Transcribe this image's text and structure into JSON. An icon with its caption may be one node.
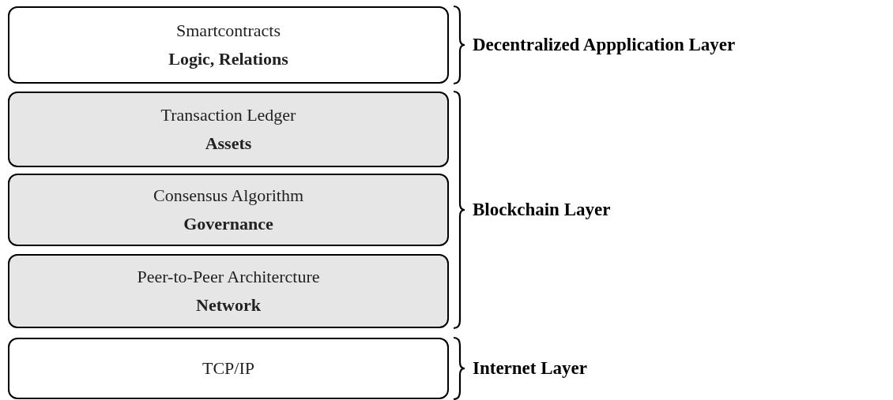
{
  "diagram": {
    "nodes": [
      {
        "text": [
          "Smartcontracts",
          "Logic, Relations"
        ]
      },
      {
        "text": [
          "Transaction Ledger",
          "Assets"
        ]
      },
      {
        "text": [
          "Consensus Algorithm",
          "Governance"
        ]
      },
      {
        "text": [
          "Peer-to-Peer Architercture",
          "Network"
        ]
      },
      {
        "text": [
          "TCP/IP"
        ]
      }
    ],
    "edges": [],
    "labels": [
      "Decentralized Appplication Layer",
      "Blockchain Layer",
      "Internet Layer"
    ]
  }
}
